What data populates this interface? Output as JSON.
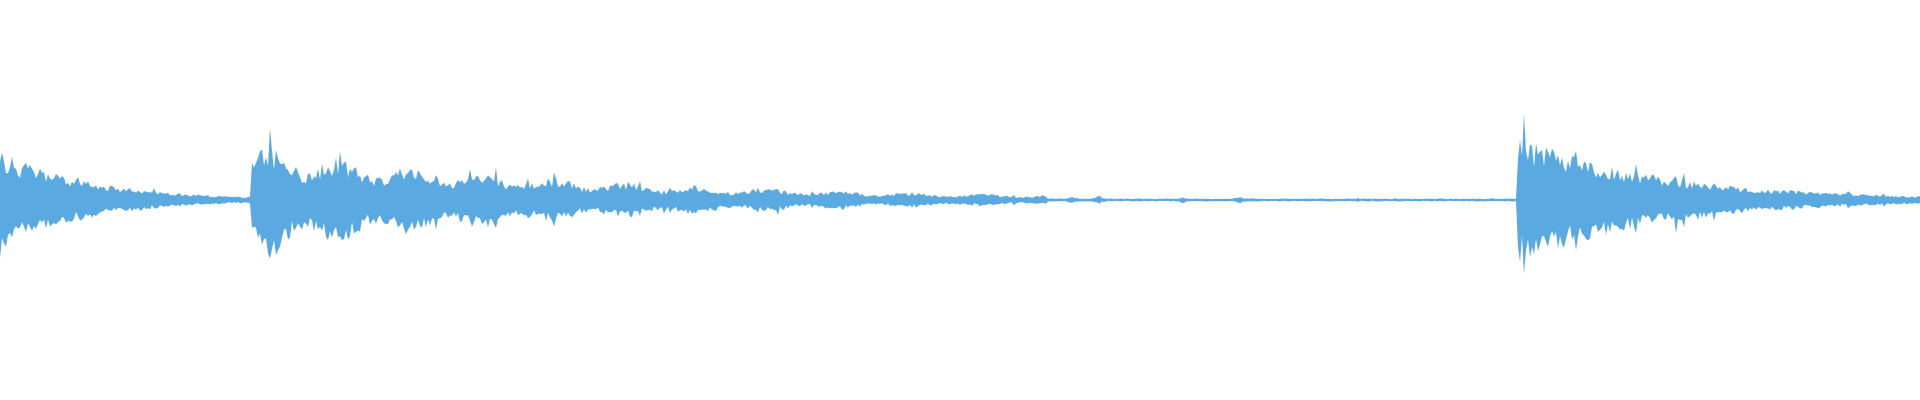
{
  "waveform": {
    "color": "#5aa9e0",
    "background": "#ffffff",
    "segments": [
      {
        "start": 0.0,
        "end": 0.131,
        "peak": 0.7,
        "decay": "exponential"
      },
      {
        "start": 0.131,
        "end": 0.545,
        "peak": 0.8,
        "decay": "exponential-wavy"
      },
      {
        "start": 0.545,
        "end": 0.79,
        "peak": 0.06,
        "decay": "flat-noisy"
      },
      {
        "start": 0.79,
        "end": 1.0,
        "peak": 0.92,
        "decay": "exponential"
      }
    ]
  }
}
